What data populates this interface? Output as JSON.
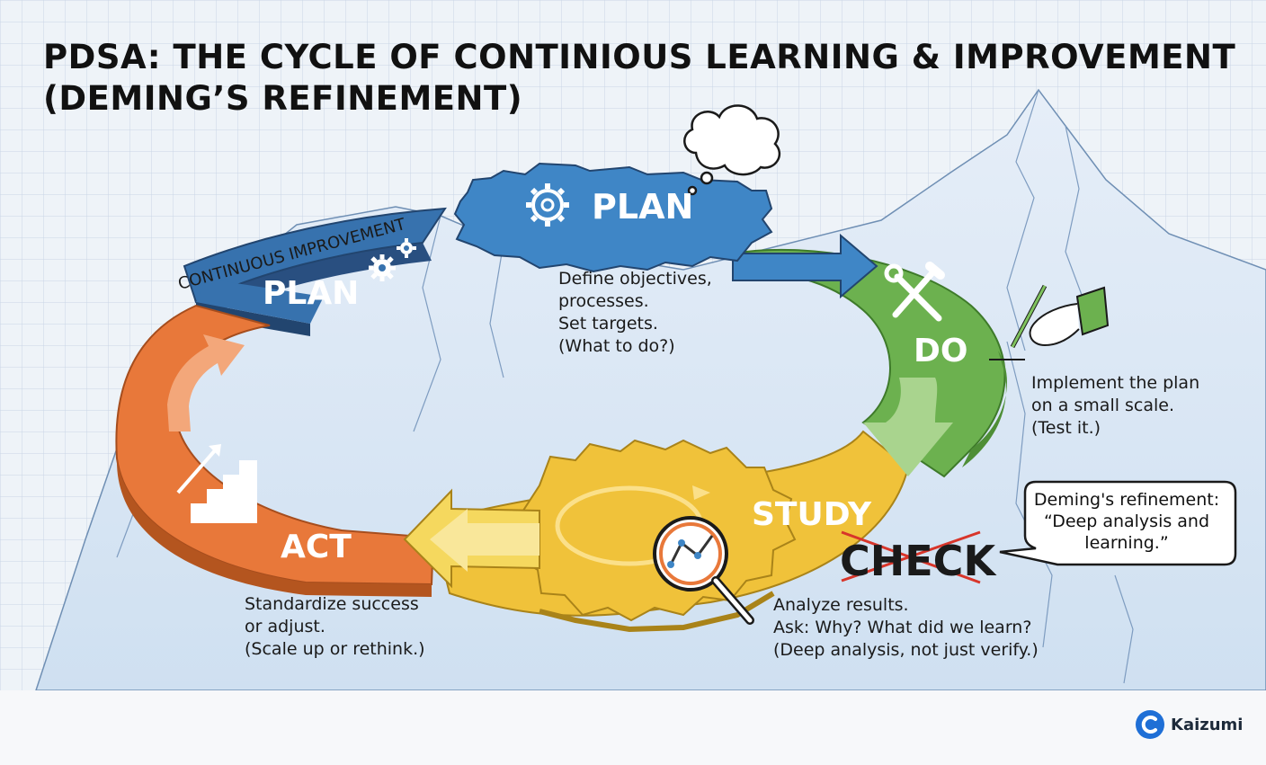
{
  "title": {
    "line1": "PDSA: THE CYCLE OF CONTINIOUS LEARNING & IMPROVEMENT",
    "line2": "(DEMING’S REFINEMENT)"
  },
  "banner": "CONTINUOUS IMPROVEMENT",
  "stages": {
    "plan_top": {
      "label": "PLAN",
      "color": "#3f86c6",
      "desc": [
        "Define objectives,",
        "processes.",
        "Set targets.",
        "(What to do?)"
      ]
    },
    "plan_left": {
      "label": "PLAN",
      "color": "#3772ae"
    },
    "do": {
      "label": "DO",
      "color": "#6cb14f",
      "desc": [
        "Implement the plan",
        "on a small scale.",
        "(Test it.)"
      ]
    },
    "study": {
      "label": "STUDY",
      "replaced_label": "CHECK",
      "color": "#f0c23a",
      "desc": [
        "Analyze results.",
        "Ask: Why? What did we learn?",
        "(Deep analysis, not just verify.)"
      ]
    },
    "act": {
      "label": "ACT",
      "color": "#e8783a",
      "desc": [
        "Standardize success",
        "or adjust.",
        "(Scale up or rethink.)"
      ]
    }
  },
  "callout": [
    "Deming's refinement:",
    "“Deep analysis and",
    "learning.”"
  ],
  "icons": [
    "gear-icon",
    "gears-icon",
    "wrench-screwdriver-icon",
    "magnifier-chart-icon",
    "stairs-arrow-icon",
    "thought-cloud-icon",
    "hand-pen-icon"
  ],
  "brand": {
    "name": "Kaizumi",
    "color": "#1f6fd6"
  }
}
